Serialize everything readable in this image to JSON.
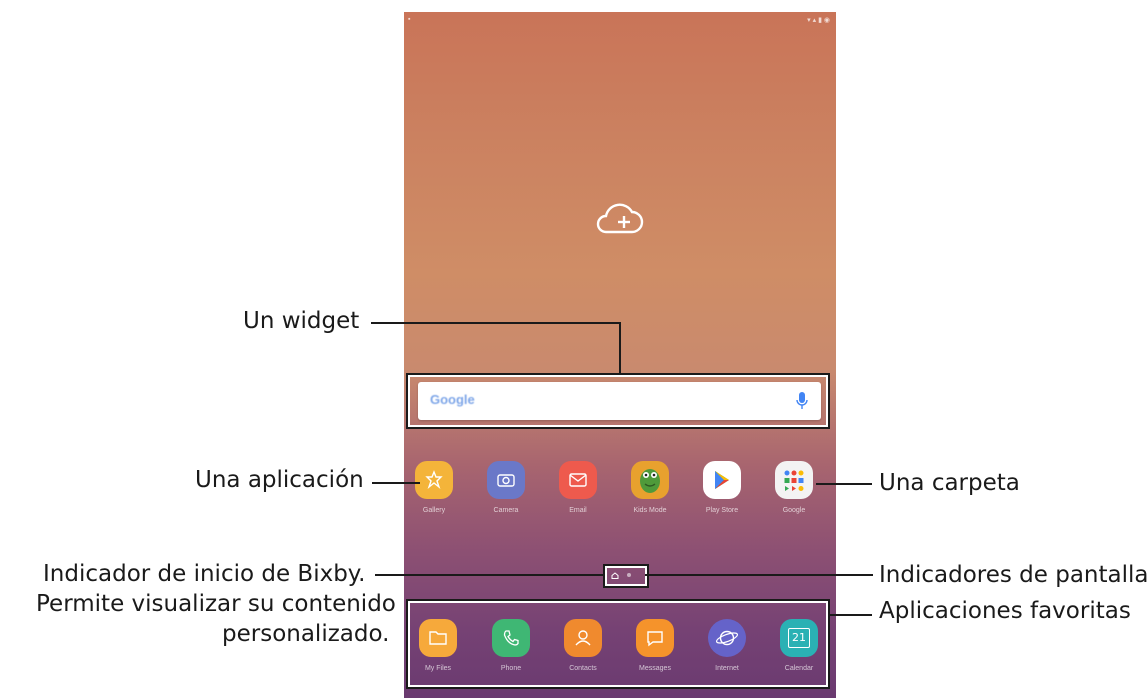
{
  "callouts": {
    "widget": "Un widget",
    "app": "Una aplicación",
    "folder": "Una carpeta",
    "bixby_line1": "Indicador de inicio de Bixby.",
    "bixby_line2": "Permite visualizar su contenido",
    "bixby_line3": "personalizado.",
    "screen_indicators": "Indicadores de pantalla",
    "favorites": "Aplicaciones favoritas"
  },
  "search": {
    "brand": "Google"
  },
  "apps": [
    {
      "label": "Gallery",
      "icon": "gallery-icon",
      "color": "#f4b43a"
    },
    {
      "label": "Camera",
      "icon": "camera-icon",
      "color": "#6a78c8"
    },
    {
      "label": "Email",
      "icon": "email-icon",
      "color": "#ee5a4d"
    },
    {
      "label": "Kids Mode",
      "icon": "kids-mode-icon",
      "color": "#e8a12e"
    },
    {
      "label": "Play Store",
      "icon": "play-store-icon",
      "color": "#ffffff"
    },
    {
      "label": "Google",
      "icon": "google-folder-icon",
      "color": "#f3f3f3"
    }
  ],
  "favorites": [
    {
      "label": "My Files",
      "icon": "folder-icon",
      "color": "#f6a93b"
    },
    {
      "label": "Phone",
      "icon": "phone-icon",
      "color": "#3fb774"
    },
    {
      "label": "Contacts",
      "icon": "contacts-icon",
      "color": "#f08a2e"
    },
    {
      "label": "Messages",
      "icon": "messages-icon",
      "color": "#f5932b"
    },
    {
      "label": "Internet",
      "icon": "internet-icon",
      "color": "#6563c9"
    },
    {
      "label": "Calendar",
      "icon": "calendar-icon",
      "color": "#2ab1b4",
      "day": "21"
    }
  ]
}
